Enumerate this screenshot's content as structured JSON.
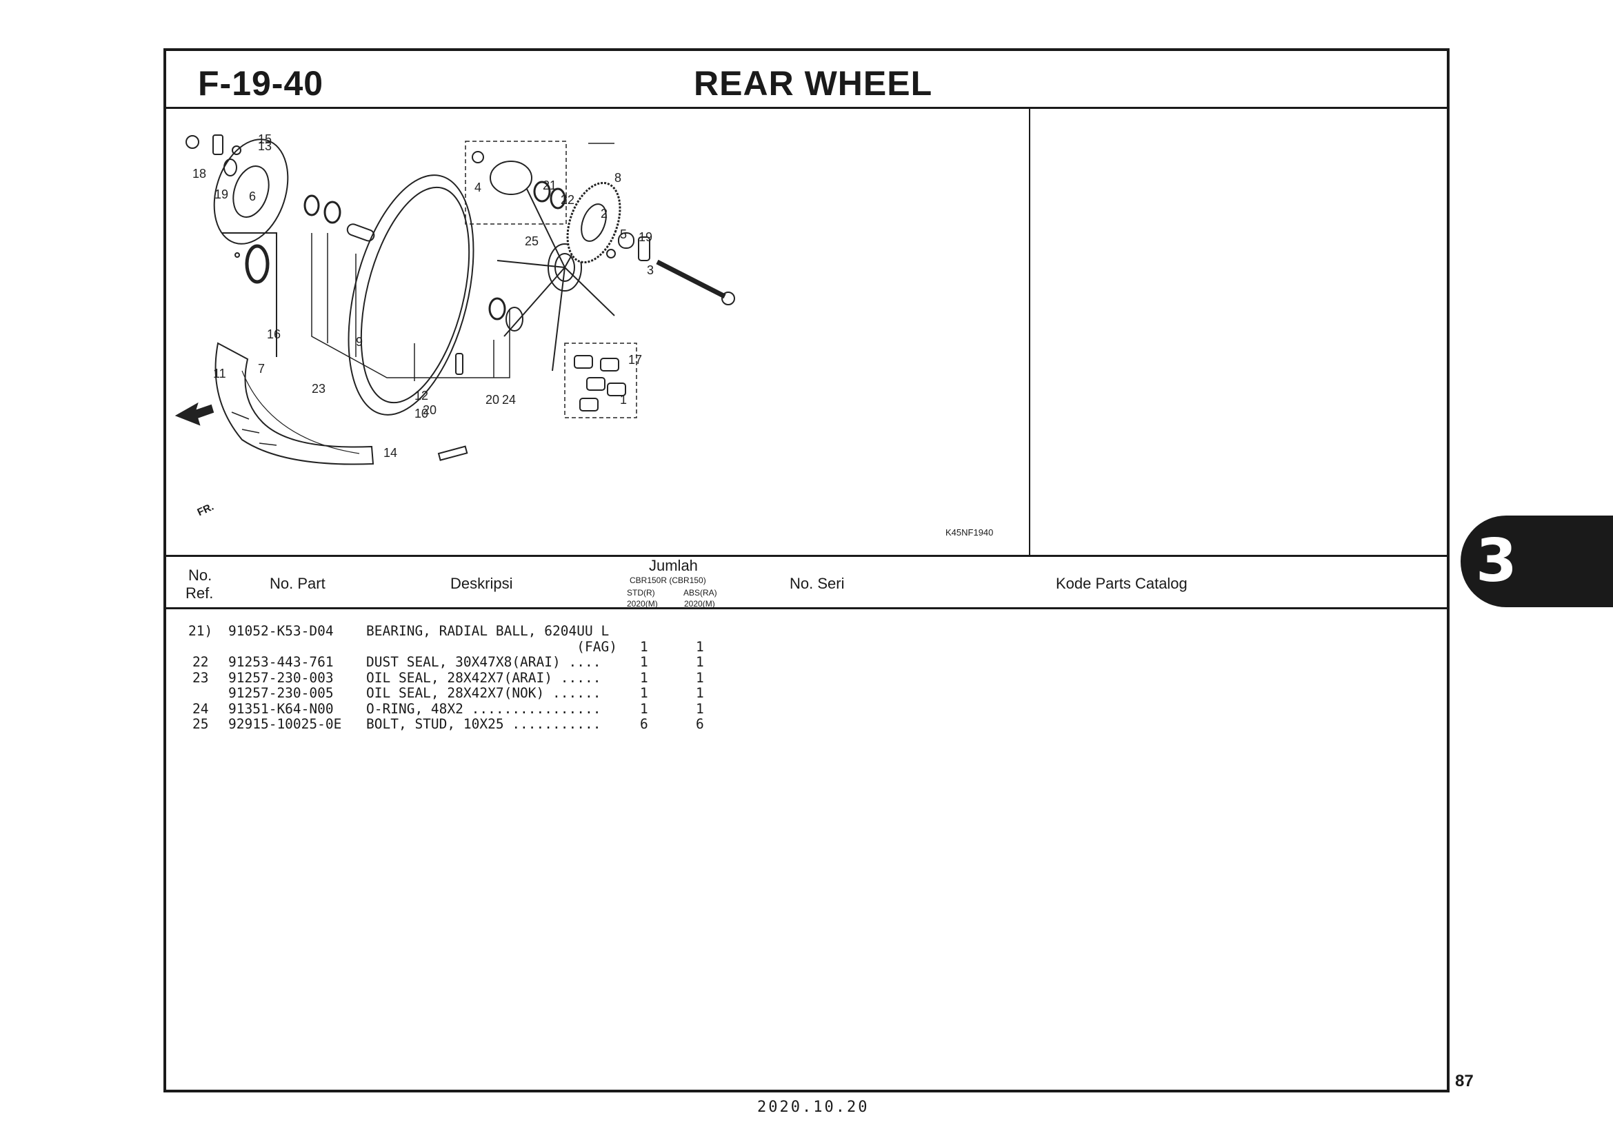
{
  "header": {
    "ref_code": "F-19-40",
    "title": "REAR WHEEL"
  },
  "diagram": {
    "code": "K45NF1940",
    "direction": "FR.",
    "callouts": [
      "1",
      "2",
      "3",
      "4",
      "5",
      "6",
      "7",
      "8",
      "9",
      "10",
      "11",
      "12",
      "13",
      "14",
      "15",
      "16",
      "17",
      "18",
      "19",
      "19",
      "20",
      "20",
      "21",
      "22",
      "23",
      "24",
      "25"
    ]
  },
  "columns": {
    "ref": "No.\nRef.",
    "ref_line1": "No.",
    "ref_line2": "Ref.",
    "part": "No. Part",
    "desc": "Deskripsi",
    "qty": "Jumlah",
    "model": "CBR150R (CBR150)",
    "std": "STD(R)",
    "abs": "ABS(RA)",
    "std_year": "2020(M)",
    "abs_year": "2020(M)",
    "serial": "No. Seri",
    "catalog": "Kode Parts Catalog"
  },
  "parts": [
    {
      "ref": "21)",
      "part": "91052-K53-D04",
      "desc": "BEARING, RADIAL BALL, 6204UU L",
      "std": "",
      "abs": ""
    },
    {
      "ref": "",
      "part": "",
      "desc": "                          (FAG)",
      "std": "1",
      "abs": "1"
    },
    {
      "ref": "22",
      "part": "91253-443-761",
      "desc": "DUST SEAL, 30X47X8(ARAI) ....",
      "std": "1",
      "abs": "1"
    },
    {
      "ref": "23",
      "part": "91257-230-003",
      "desc": "OIL SEAL, 28X42X7(ARAI) .....",
      "std": "1",
      "abs": "1"
    },
    {
      "ref": "",
      "part": "91257-230-005",
      "desc": "OIL SEAL, 28X42X7(NOK) ......",
      "std": "1",
      "abs": "1"
    },
    {
      "ref": "24",
      "part": "91351-K64-N00",
      "desc": "O-RING, 48X2 ................",
      "std": "1",
      "abs": "1"
    },
    {
      "ref": "25",
      "part": "92915-10025-0E",
      "desc": "BOLT, STUD, 10X25 ...........",
      "std": "6",
      "abs": "6"
    }
  ],
  "section_tab": "3",
  "page_number": "87",
  "date": "2020.10.20"
}
